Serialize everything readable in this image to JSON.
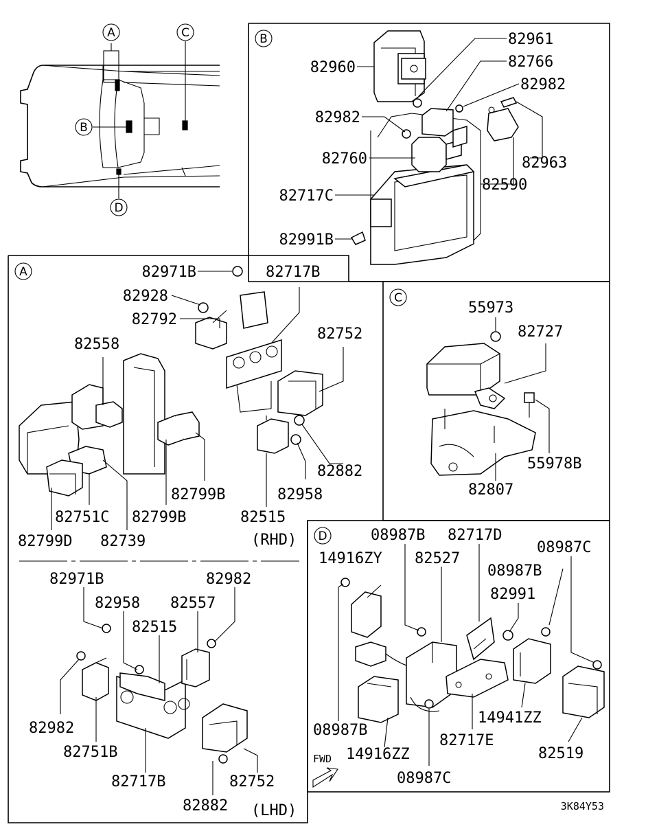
{
  "panels": {
    "overview": {
      "markers": {
        "a": "A",
        "b": "B",
        "c": "C",
        "d": "D"
      }
    },
    "B": {
      "letter": "B",
      "labels": {
        "p82960": "82960",
        "p82961": "82961",
        "p82766": "82766",
        "p82982_top": "82982",
        "p82982_left": "82982",
        "p82963": "82963",
        "p82760": "82760",
        "p82590": "82590",
        "p82717c": "82717C",
        "p82991b": "82991B"
      }
    },
    "A": {
      "letter": "A",
      "labels": {
        "p82971b": "82971B",
        "p82717b": "82717B",
        "p82928": "82928",
        "p82792": "82792",
        "p82558": "82558",
        "p82752": "82752",
        "p82882": "82882",
        "p82958": "82958",
        "p82799b_r": "82799B",
        "p82799b_l": "82799B",
        "p82751c": "82751C",
        "p82515": "82515",
        "p82799d": "82799D",
        "p82739": "82739",
        "rhd": "(RHD)"
      },
      "lhd_labels": {
        "p82971b": "82971B",
        "p82982_r": "82982",
        "p82958": "82958",
        "p82557": "82557",
        "p82515": "82515",
        "p82982_l": "82982",
        "p82751b": "82751B",
        "p82717b": "82717B",
        "p82752": "82752",
        "p82882": "82882",
        "lhd": "(LHD)"
      }
    },
    "C": {
      "letter": "C",
      "labels": {
        "p55973": "55973",
        "p82727": "82727",
        "p55978b": "55978B",
        "p82807": "82807"
      }
    },
    "D": {
      "letter": "D",
      "labels": {
        "p08987b_top": "08987B",
        "p82717d": "82717D",
        "p14916zy": "14916ZY",
        "p82527": "82527",
        "p08987c_top": "08987C",
        "p08987b_mid": "08987B",
        "p82991": "82991",
        "p08987b_bot": "08987B",
        "p14941zz": "14941ZZ",
        "p82717e": "82717E",
        "p14916zz": "14916ZZ",
        "p82519": "82519",
        "p08987c_bot": "08987C",
        "fwd": "FWD"
      }
    }
  },
  "footer": {
    "code": "3K84Y53"
  }
}
